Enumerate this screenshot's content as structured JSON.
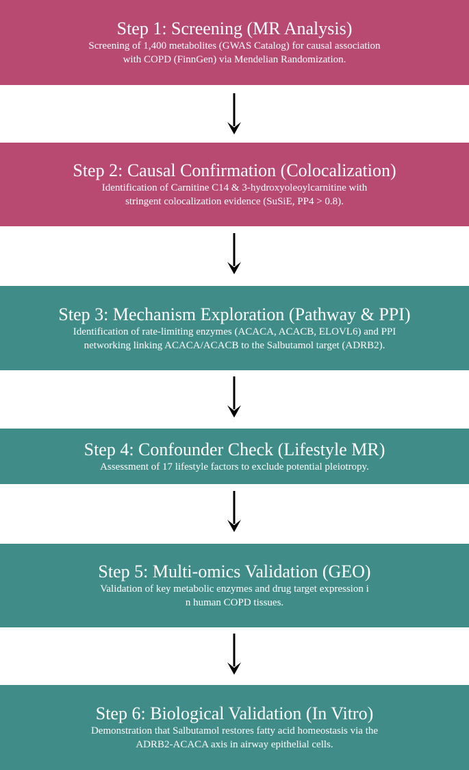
{
  "steps": [
    {
      "title": "Step 1: Screening (MR Analysis)",
      "desc_lines": [
        "Screening of 1,400 metabolites (GWAS Catalog) for causal association",
        "with COPD (FinnGen) via Mendelian Randomization."
      ],
      "color": "#b84a72"
    },
    {
      "title": "Step 2: Causal Confirmation (Colocalization)",
      "desc_lines": [
        "Identification of Carnitine C14 & 3-hydroxyoleoylcarnitine with",
        "stringent colocalization evidence (SuSiE, PP4 > 0.8)."
      ],
      "color": "#b84a72"
    },
    {
      "title": "Step 3: Mechanism Exploration (Pathway & PPI)",
      "desc_lines": [
        "Identification of rate-limiting enzymes (ACACA, ACACB, ELOVL6) and PPI",
        "networking linking ACACA/ACACB to the Salbutamol target (ADRB2)."
      ],
      "color": "#3f8c88"
    },
    {
      "title": "Step 4: Confounder Check (Lifestyle MR)",
      "desc_lines": [
        "Assessment of 17 lifestyle factors to exclude potential pleiotropy."
      ],
      "color": "#3f8c88"
    },
    {
      "title": "Step 5: Multi-omics Validation (GEO)",
      "desc_lines": [
        "Validation of key metabolic enzymes and drug target expression i",
        "n human COPD tissues."
      ],
      "color": "#3f8c88"
    },
    {
      "title": "Step 6: Biological Validation (In Vitro)",
      "desc_lines": [
        "Demonstration that Salbutamol restores fatty acid homeostasis via the",
        "ADRB2-ACACA axis in airway epithelial cells."
      ],
      "color": "#3f8c88"
    }
  ]
}
